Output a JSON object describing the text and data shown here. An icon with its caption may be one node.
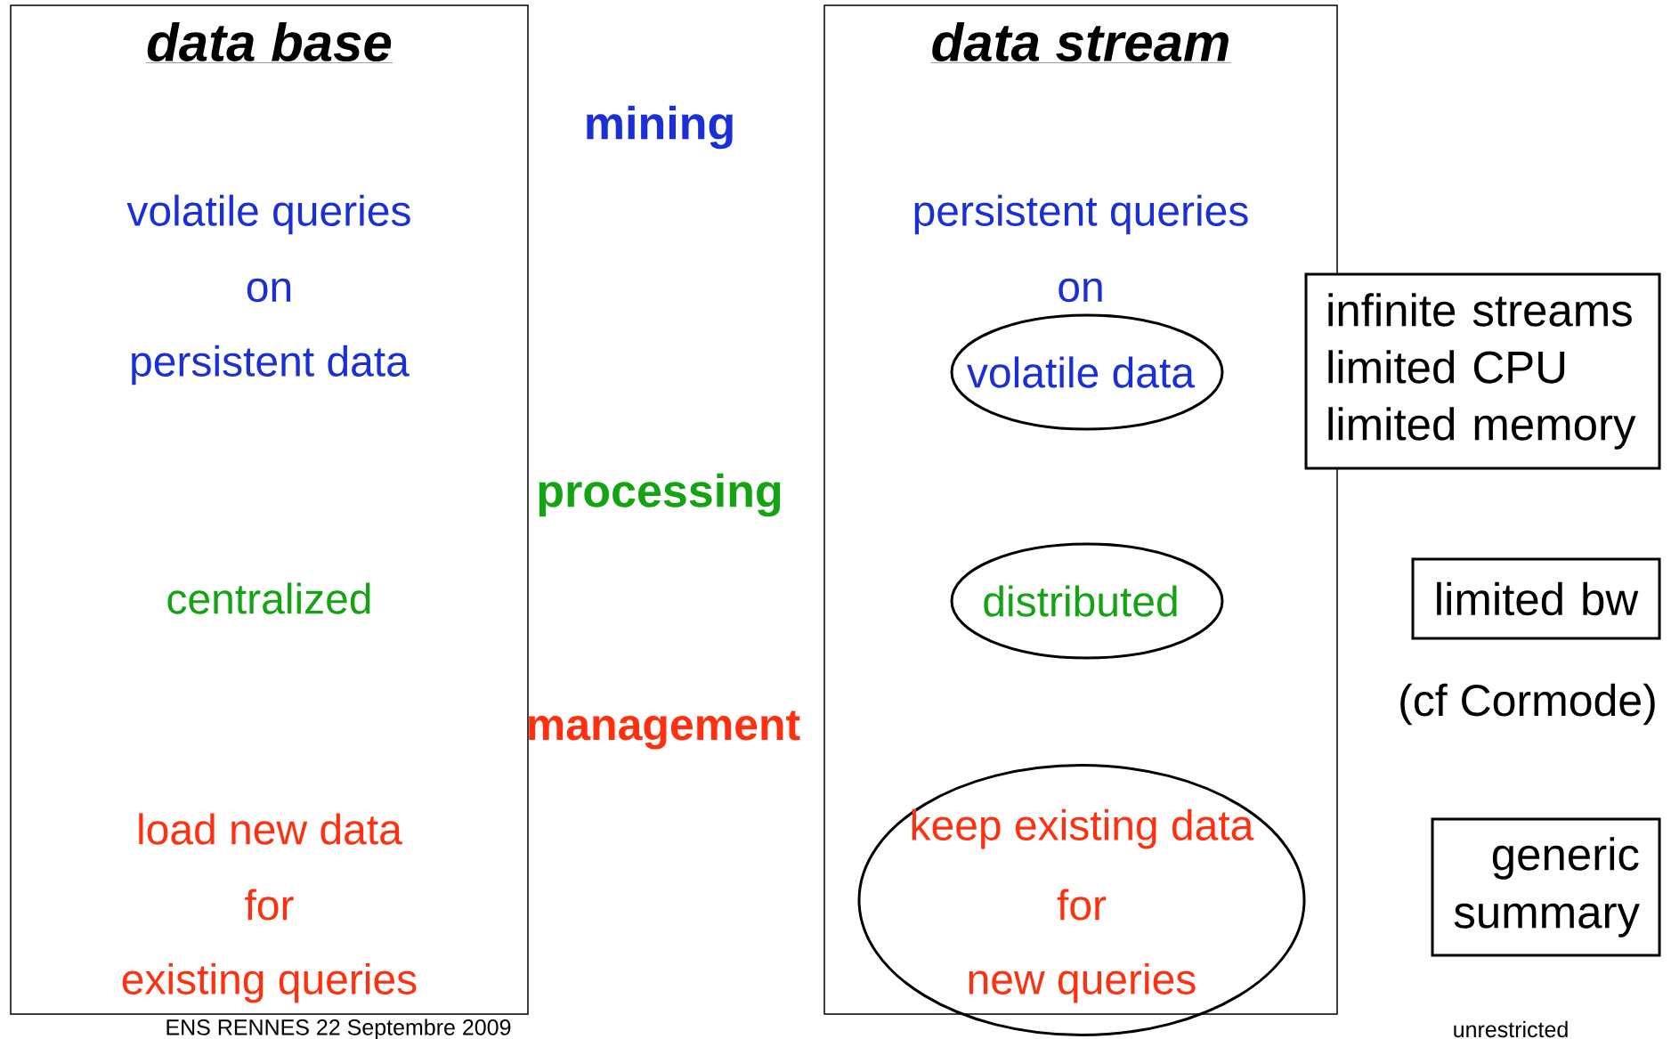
{
  "diagram": {
    "nodes": [
      {
        "text": [
          "data base",
          "volatile queries",
          "on",
          "persistent data",
          "centralized",
          "load new data",
          "for",
          "existing queries"
        ]
      },
      {
        "text": [
          "data stream",
          "persistent queries",
          "on"
        ]
      },
      {
        "text": [
          "volatile data"
        ],
        "in": 1
      },
      {
        "text": [
          "distributed"
        ],
        "in": 1
      },
      {
        "text": [
          "keep existing data",
          "for",
          "new queries"
        ]
      },
      {
        "text": [
          "infinite streams limited CPU limited memory"
        ]
      },
      {
        "text": [
          "limited bw"
        ]
      },
      {
        "text": [
          "generic summary"
        ]
      }
    ],
    "labels": [
      "mining",
      "processing",
      "management",
      "(cf Cormode)",
      "ENS RENNES 22 Septembre 2009",
      "unrestricted"
    ]
  }
}
